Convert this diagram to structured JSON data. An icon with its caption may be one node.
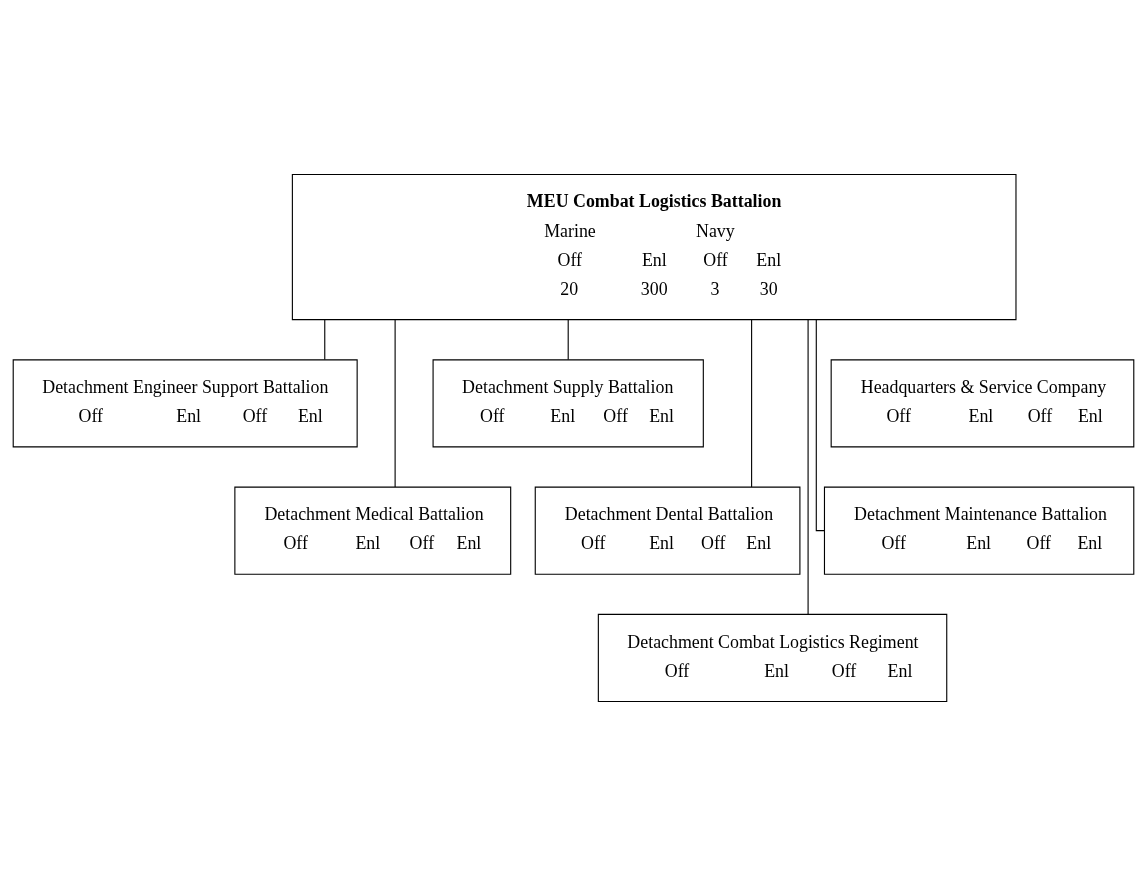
{
  "diagram": {
    "nodes": [
      {
        "text": [
          "MEU Combat Logistics Battalion",
          "Marine",
          "Off",
          "Enl",
          "20",
          "300",
          "Navy",
          "Off",
          "Enl",
          "3",
          "30"
        ]
      },
      {
        "text": [
          "Headquarters & Service Company",
          "Off",
          "Enl",
          "Off",
          "Enl"
        ]
      },
      {
        "text": [
          "Detachment Engineer Support Battalion",
          "Off",
          "Enl",
          "Off",
          "Enl"
        ]
      },
      {
        "text": [
          "Detachment Supply Battalion",
          "Off",
          "Enl",
          "Off",
          "Enl"
        ]
      },
      {
        "text": [
          "Detachment Maintenance Battalion",
          "Off",
          "Enl",
          "Off",
          "Enl"
        ]
      },
      {
        "text": [
          "Detachment Medical Battalion",
          "Off",
          "Enl",
          "Off",
          "Enl"
        ]
      },
      {
        "text": [
          "Detachment Dental Battalion",
          "Off",
          "Enl",
          "Off",
          "Enl"
        ]
      },
      {
        "text": [
          "Detachment Combat Logistics Regiment",
          "Off",
          "Enl",
          "Off",
          "Enl"
        ]
      }
    ],
    "edges": [
      {
        "from": 0,
        "to": 4,
        "arrow": "none"
      },
      {
        "from": 0,
        "to": 5,
        "arrow": "none"
      },
      {
        "from": 0,
        "to": 2,
        "arrow": "none"
      },
      {
        "from": 0,
        "to": 6,
        "arrow": "none"
      },
      {
        "from": 0,
        "to": 7,
        "arrow": "none"
      },
      {
        "from": 0,
        "to": 3,
        "arrow": "none"
      }
    ]
  }
}
